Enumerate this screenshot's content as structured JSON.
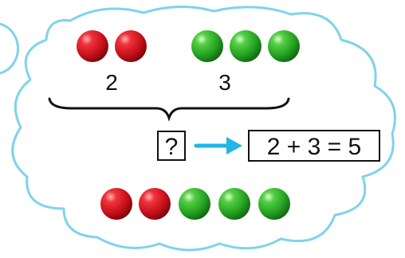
{
  "left_group": {
    "count_label": "2",
    "ball_color": "red",
    "count": 2
  },
  "right_group": {
    "count_label": "3",
    "ball_color": "green",
    "count": 3
  },
  "question_box": {
    "text": "?"
  },
  "equation_box": {
    "text": "2 + 3 = 5"
  },
  "combined_row": {
    "red_count": 2,
    "green_count": 3
  },
  "colors": {
    "cloud_outline": "#7fd3ea",
    "arrow": "#22b6e6",
    "red_ball": "#d4141e",
    "green_ball": "#2fa82b",
    "box_border": "#111111"
  }
}
